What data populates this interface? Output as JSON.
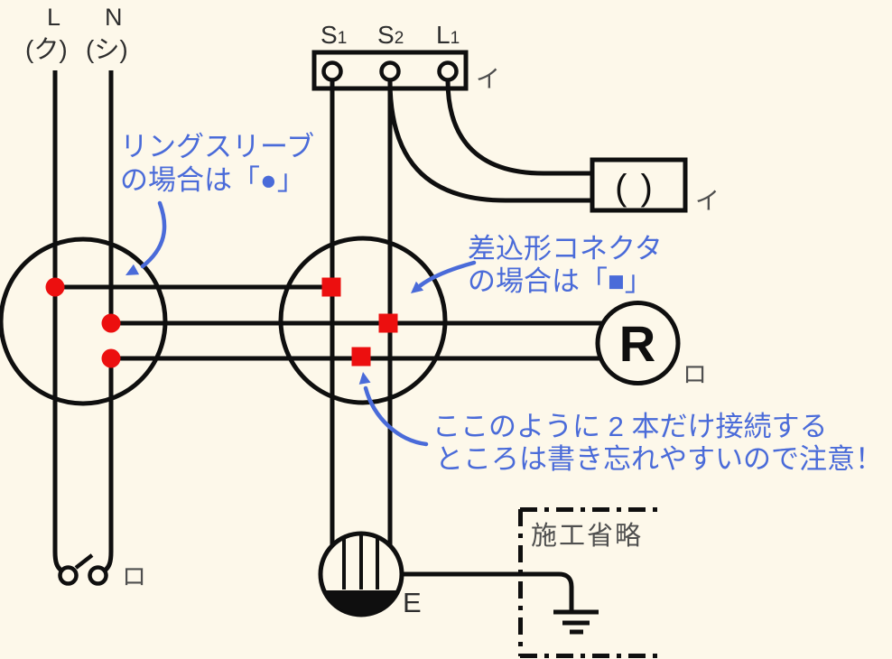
{
  "colors": {
    "background": "#fdf8ea",
    "line": "#0f0f0f",
    "red": "#ec0f0f",
    "blue": "#4a6bd9",
    "label_dark": "#2e2e2e",
    "label_gray": "#4f4f4f"
  },
  "power_source": {
    "l_label": "L",
    "l_phase": "(ク)",
    "n_label": "N",
    "n_phase": "(シ)"
  },
  "timer_switch": {
    "terminal_1": "S",
    "terminal_1_sub": "1",
    "terminal_2": "S",
    "terminal_2_sub": "2",
    "terminal_3": "L",
    "terminal_3_sub": "1",
    "label": "イ"
  },
  "ceiling_rosette": {
    "symbol": "(  )",
    "label": "イ"
  },
  "lamp_receptacle": {
    "symbol": "R",
    "label": "ロ"
  },
  "wall_switch": {
    "label": "ロ"
  },
  "earth_outlet": {
    "label": "E"
  },
  "omission_box": {
    "label": "施工省略"
  },
  "annotations": {
    "ring_sleeve": {
      "line1": "リングスリーブ",
      "line2": "の場合は「●」"
    },
    "push_connector": {
      "line1": "差込形コネクタ",
      "line2": "の場合は「■」"
    },
    "two_wire_note": {
      "line1": "ここのように 2 本だけ接続する",
      "line2": "ところは書き忘れやすいので注意！"
    }
  }
}
